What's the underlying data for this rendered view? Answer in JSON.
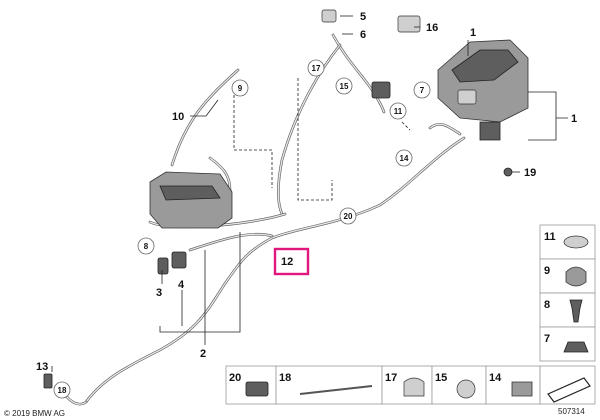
{
  "labels": {
    "l1a": "1",
    "l1b": "1",
    "l2": "2",
    "l3": "3",
    "l4": "4",
    "l5": "5",
    "l6": "6",
    "l10": "10",
    "l12": "12",
    "l13": "13",
    "l16": "16",
    "l19": "19"
  },
  "circled": {
    "c7": "7",
    "c8": "8",
    "c9": "9",
    "c11": "11",
    "c14": "14",
    "c15": "15",
    "c17": "17",
    "c18": "18",
    "c20": "20"
  },
  "parts_panel": {
    "side": [
      "11",
      "9",
      "8",
      "7"
    ],
    "bottom": [
      "20",
      "18",
      "17",
      "15",
      "14"
    ]
  },
  "highlight": {
    "part": "12",
    "color": "#e0187e"
  },
  "footer": {
    "copyright": "© 2019 BMW AG",
    "diagram_code": "507314"
  }
}
